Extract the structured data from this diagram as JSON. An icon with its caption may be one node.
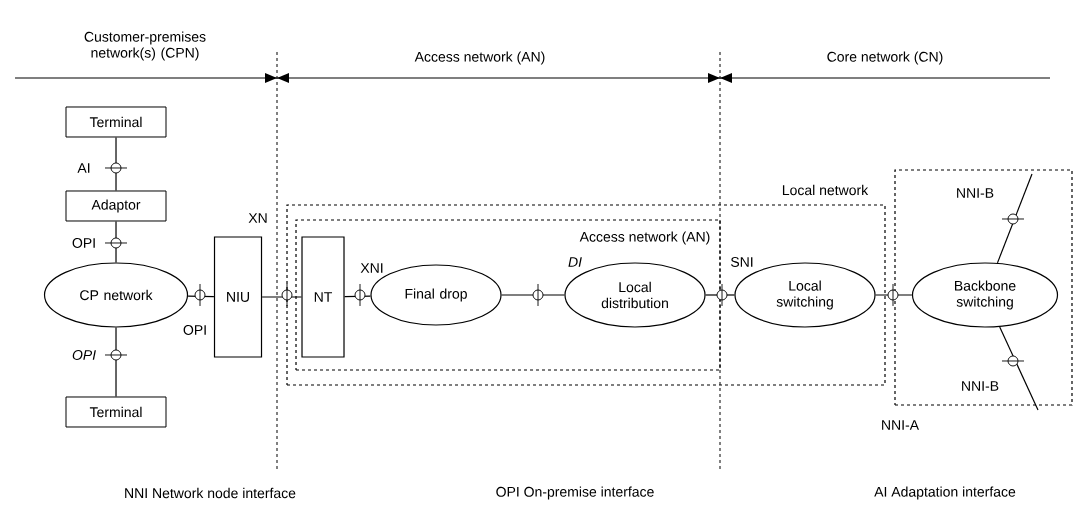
{
  "diagram": {
    "nodes": [
      {
        "text": [
          "Terminal"
        ]
      },
      {
        "text": [
          "Adaptor"
        ]
      },
      {
        "text": [
          "CP network"
        ]
      },
      {
        "text": [
          "NIU"
        ]
      },
      {
        "text": [
          "Terminal"
        ]
      },
      {
        "text": [
          "Local network"
        ]
      },
      {
        "text": [
          "Access network (AN)"
        ],
        "in": 5
      },
      {
        "text": [
          "NT"
        ],
        "in": 6
      },
      {
        "text": [
          "Final drop"
        ],
        "in": 6
      },
      {
        "text": [
          "Local distribution"
        ],
        "in": 6
      },
      {
        "text": [
          "Local switching"
        ],
        "in": 5
      },
      {
        "text": [],
        "shape": "box"
      },
      {
        "text": [
          "Backbone switching"
        ],
        "in": 11
      }
    ],
    "edges": [
      {
        "from": 0,
        "to": 1,
        "arrow": "none"
      },
      {
        "from": 1,
        "to": 2,
        "arrow": "none"
      },
      {
        "from": 2,
        "to": 4,
        "arrow": "none"
      },
      {
        "from": 2,
        "to": 3,
        "arrow": "none"
      },
      {
        "from": 3,
        "to": 7,
        "arrow": "none"
      },
      {
        "from": 7,
        "to": 8,
        "arrow": "none"
      },
      {
        "from": 8,
        "to": 9,
        "arrow": "none"
      },
      {
        "from": 9,
        "to": 10,
        "arrow": "none"
      },
      {
        "from": 10,
        "to": 12,
        "arrow": "none"
      },
      {
        "from": 12,
        "to": null,
        "arrow": "none"
      },
      {
        "from": 12,
        "to": null,
        "arrow": "none"
      }
    ],
    "labels": [
      "Customer-premises network(s) (CPN)",
      "Access network (AN)",
      "Core network (CN)",
      "NNI-B",
      "AI",
      "XN",
      "OPI",
      "XNI",
      "DI",
      "SNI",
      "OPI",
      "OPI",
      "NNI-B",
      "NNI-A",
      "NNI Network node interface",
      "OPI On-premise interface",
      "AI Adaptation interface"
    ]
  }
}
